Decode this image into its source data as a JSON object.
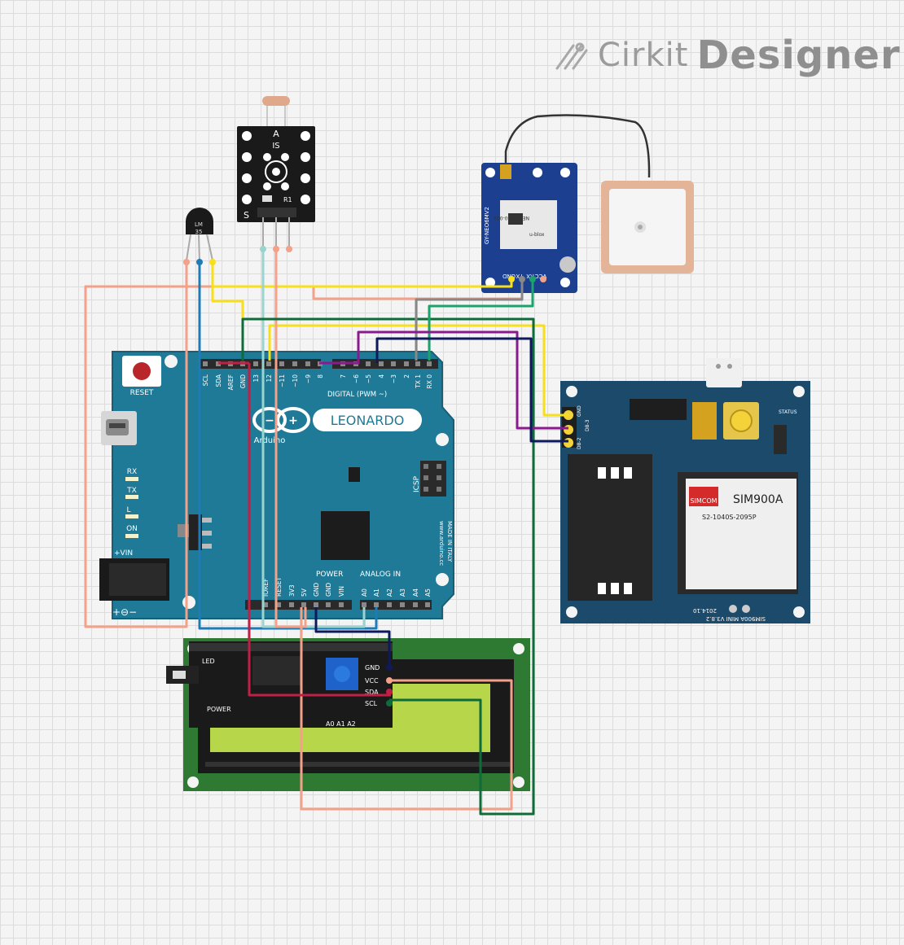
{
  "brand": {
    "logo_icon": "pen-nib-icon",
    "name_light": "Cirkit",
    "name_bold": "Designer"
  },
  "arduino": {
    "model": "LEONARDO",
    "logo_text": "Arduino",
    "reset": "RESET",
    "leds": [
      "RX",
      "TX",
      "L",
      "ON"
    ],
    "vin": "+VIN",
    "digital_header": "DIGITAL (PWM ~)",
    "digital_pins": [
      "SCL",
      "SDA",
      "AREF",
      "GND",
      "13",
      "12",
      "~11",
      "~10",
      "~9",
      "8",
      "7",
      "~6",
      "~5",
      "4",
      "~3",
      "2",
      "TX 1",
      "RX 0"
    ],
    "power_header": "POWER",
    "analog_header": "ANALOG IN",
    "power_pins": [
      "IOREF",
      "RESET",
      "3V3",
      "5V",
      "GND",
      "GND",
      "VIN"
    ],
    "analog_pins": [
      "A0",
      "A1",
      "A2",
      "A3",
      "A4",
      "A5"
    ],
    "icsp": "ICSP",
    "site": "www.arduino.cc",
    "made": "MADE IN ITALY"
  },
  "lm35": {
    "label_top": "LM",
    "label_bottom": "35"
  },
  "ldr_module": {
    "label_a": "A",
    "label_is": "IS",
    "label_r1": "R1",
    "label_s": "S"
  },
  "gps": {
    "board": "GY-NEO6MV2",
    "chip": "NEO-6M-0-001",
    "brand": "u-blox",
    "pins": [
      "VCC",
      "RX",
      "TX",
      "GND"
    ]
  },
  "sim900a": {
    "title": "SIM900A",
    "brand": "SIMCOM",
    "part": "S2-1040S-2095P",
    "pins_left": [
      "GND",
      "D8-3",
      "D8-2"
    ],
    "bottom": "SIM900A  MINI  V3.8.2",
    "date": "2014.10",
    "status": "STATUS"
  },
  "lcd_i2c": {
    "pins": [
      "GND",
      "VCC",
      "SDA",
      "SCL"
    ],
    "power": "POWER",
    "led": "LED",
    "addr": "A0 A1 A2"
  }
}
